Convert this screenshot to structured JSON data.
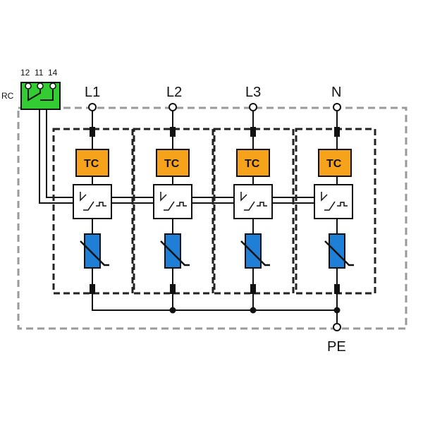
{
  "rc": {
    "label": "RC",
    "pins": [
      "12",
      "11",
      "14"
    ],
    "color": "#33cc33"
  },
  "phases": [
    {
      "label": "L1",
      "tc_label": "TC"
    },
    {
      "label": "L2",
      "tc_label": "TC"
    },
    {
      "label": "L3",
      "tc_label": "TC"
    },
    {
      "label": "N",
      "tc_label": "TC"
    }
  ],
  "earth": {
    "label": "PE"
  },
  "colors": {
    "tc_block": "#f7a21b",
    "varistor": "#1f7fd6",
    "outer_border": "#9a9a9a",
    "module_border": "#222222"
  }
}
